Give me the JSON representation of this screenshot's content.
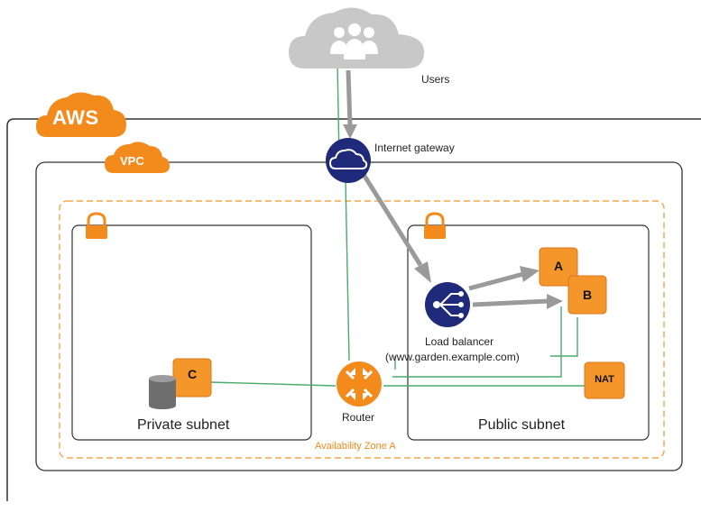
{
  "labels": {
    "users": "Users",
    "aws": "AWS",
    "vpc": "VPC",
    "internet_gateway": "Internet gateway",
    "load_balancer_line1": "Load balancer",
    "load_balancer_line2": "(www.garden.example.com)",
    "instance_a": "A",
    "instance_b": "B",
    "instance_c": "C",
    "nat": "NAT",
    "router": "Router",
    "private_subnet": "Private subnet",
    "public_subnet": "Public subnet",
    "availability_zone": "Availability Zone A"
  },
  "colors": {
    "aws_orange": "#f28a1c",
    "instance_orange": "#f5962a",
    "navy": "#1f2a7a",
    "green_line": "#4aab6b",
    "gray_arrow": "#9a9a9a",
    "border": "#333333",
    "cloud_gray": "#c8c8c8"
  },
  "icons": [
    "users-icon",
    "cloud-icon",
    "load-balancer-icon",
    "database-icon",
    "router-icon",
    "lock-icon"
  ]
}
